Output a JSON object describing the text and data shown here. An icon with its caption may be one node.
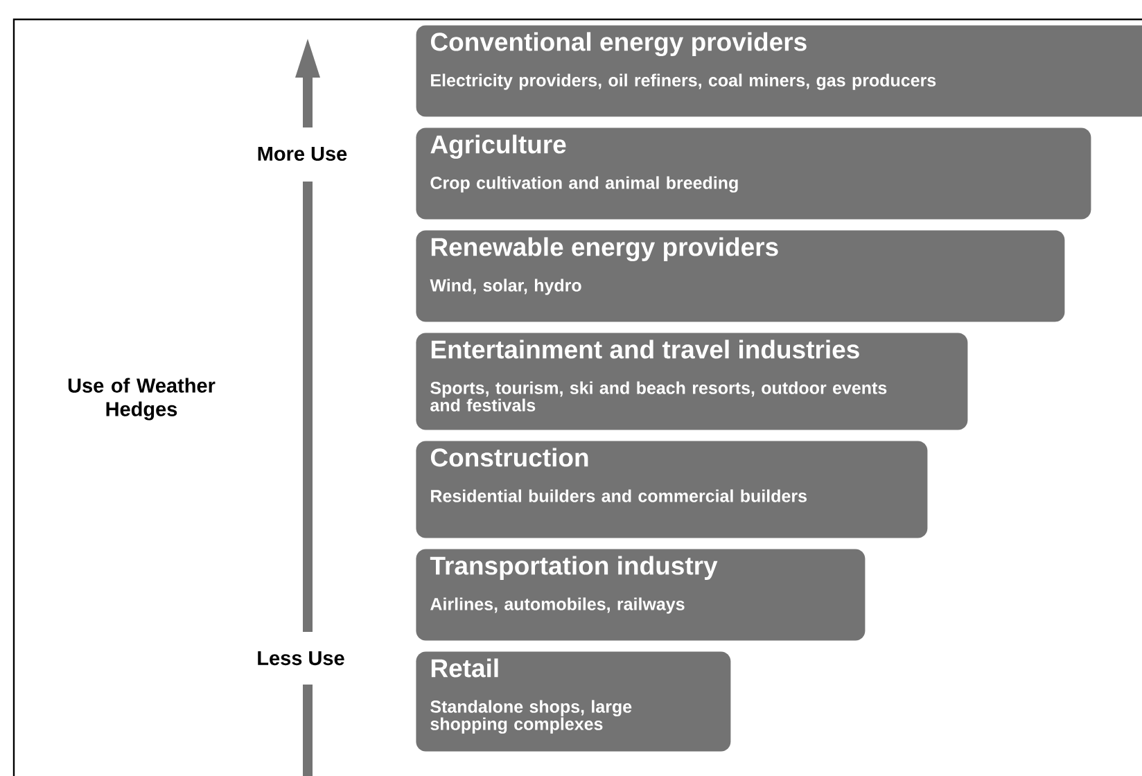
{
  "diagram": {
    "nodes": [
      {
        "text": [
          "Conventional energy providers",
          "Electricity providers, oil refiners, coal miners, gas producers"
        ]
      },
      {
        "text": [
          "Agriculture",
          "Crop cultivation and animal breeding"
        ]
      },
      {
        "text": [
          "Renewable energy providers",
          "Wind, solar, hydro"
        ]
      },
      {
        "text": [
          "Entertainment and travel industries",
          "Sports, tourism, ski and beach resorts, outdoor events and festivals"
        ]
      },
      {
        "text": [
          "Construction",
          "Residential builders and commercial builders"
        ]
      },
      {
        "text": [
          "Transportation industry",
          "Airlines, automobiles, railways"
        ]
      },
      {
        "text": [
          "Retail",
          "Standalone shops, large shopping complexes"
        ]
      }
    ],
    "labels": [
      "More Use",
      "Use of Weather Hedges",
      "Less Use"
    ]
  }
}
